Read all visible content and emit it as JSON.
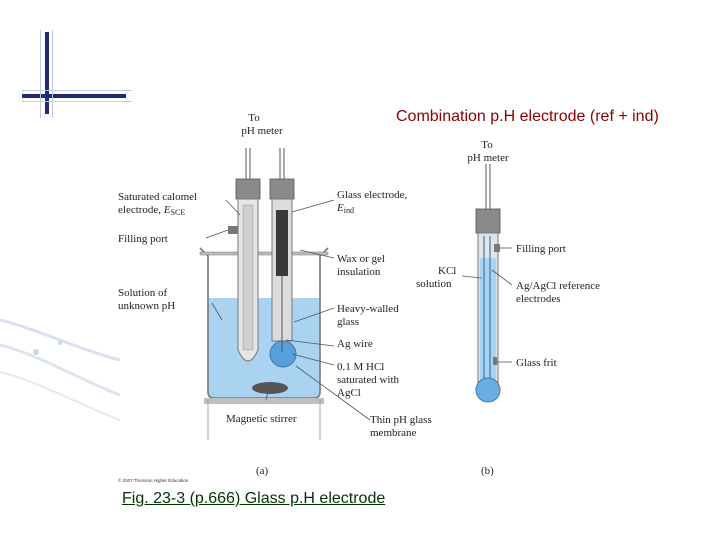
{
  "slide": {
    "title": "Combination p.H electrode (ref + ind)",
    "caption": "Fig. 23-3 (p.666) Glass p.H electrode"
  },
  "figure": {
    "copyright": "© 2007 Thomson Higher Education",
    "panel_a": {
      "letter": "(a)",
      "to_meter": [
        "To",
        "pH meter"
      ],
      "left_labels": {
        "calomel_1": "Saturated calomel",
        "calomel_2": "electrode,",
        "calomel_sym": "E",
        "calomel_sub": "SCE",
        "filling_port": "Filling port",
        "solution_1": "Solution of",
        "solution_2": "unknown pH"
      },
      "right_labels": {
        "glass_1": "Glass electrode,",
        "glass_sym": "E",
        "glass_sub": "ind",
        "wax_1": "Wax or gel",
        "wax_2": "insulation",
        "heavy_1": "Heavy-walled",
        "heavy_2": "glass",
        "agwire": "Ag wire",
        "hcl_1": "0.1 M HCl",
        "hcl_2": "saturated with",
        "hcl_3": "AgCl",
        "thin_1": "Thin pH glass",
        "thin_2": "membrane"
      },
      "stirrer": "Magnetic stirrer"
    },
    "panel_b": {
      "letter": "(b)",
      "to_meter": [
        "To",
        "pH meter"
      ],
      "kcl_1": "KCl",
      "kcl_2": "solution",
      "filling_port": "Filling port",
      "agagcl_1": "Ag/AgCl reference",
      "agagcl_2": "electrodes",
      "frit": "Glass frit"
    }
  },
  "colors": {
    "title": "#8b0000",
    "caption": "#003300",
    "solution": "#a9d3f0",
    "accent_navy": "#1c2a78"
  },
  "icons": [
    "corner-crosshair-icon"
  ]
}
